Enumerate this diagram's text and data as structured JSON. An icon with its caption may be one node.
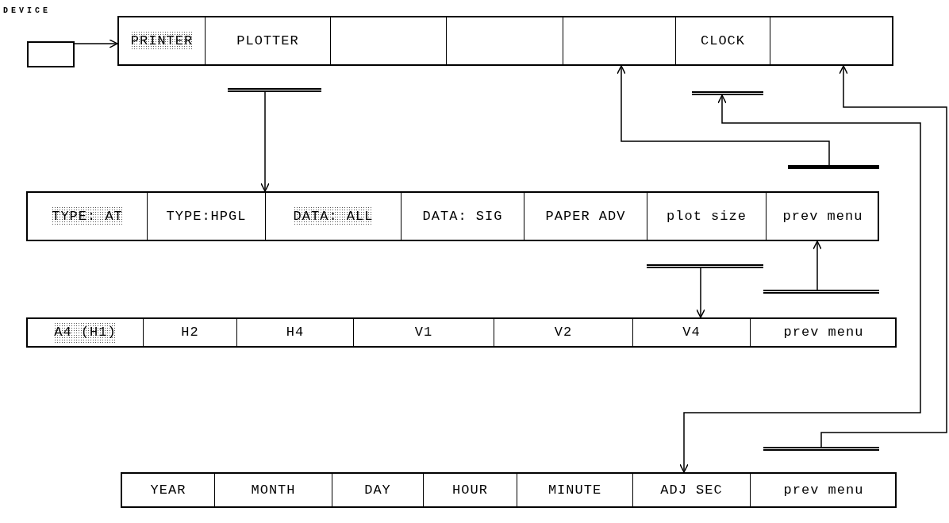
{
  "diagram": {
    "nodes": [
      {
        "text": [
          "DEVICE"
        ]
      },
      {
        "text": [],
        "shape": "box"
      },
      {
        "text": [
          "PRINTER"
        ],
        "in": 1
      },
      {
        "text": [
          "PLOTTER"
        ],
        "in": 1
      },
      {
        "text": [],
        "shape": "box",
        "in": 1
      },
      {
        "text": [],
        "shape": "box",
        "in": 1
      },
      {
        "text": [],
        "shape": "box",
        "in": 1
      },
      {
        "text": [
          "CLOCK"
        ],
        "in": 1
      },
      {
        "text": [],
        "shape": "box",
        "in": 1
      },
      {
        "text": [],
        "shape": "box"
      },
      {
        "text": [
          "TYPE: AT"
        ],
        "in": 9
      },
      {
        "text": [
          "TYPE:HPGL"
        ],
        "in": 9
      },
      {
        "text": [
          "DATA: ALL"
        ],
        "in": 9
      },
      {
        "text": [
          "DATA: SIG"
        ],
        "in": 9
      },
      {
        "text": [
          "PAPER ADV"
        ],
        "in": 9
      },
      {
        "text": [
          "plot size"
        ],
        "in": 9
      },
      {
        "text": [
          "prev menu"
        ],
        "in": 9
      },
      {
        "text": [],
        "shape": "box"
      },
      {
        "text": [
          "A4 (H1)"
        ],
        "in": 17
      },
      {
        "text": [
          "H2"
        ],
        "in": 17
      },
      {
        "text": [
          "H4"
        ],
        "in": 17
      },
      {
        "text": [
          "V1"
        ],
        "in": 17
      },
      {
        "text": [
          "V2"
        ],
        "in": 17
      },
      {
        "text": [
          "V4"
        ],
        "in": 17
      },
      {
        "text": [
          "prev menu"
        ],
        "in": 17
      },
      {
        "text": [],
        "shape": "box"
      },
      {
        "text": [
          "YEAR"
        ],
        "in": 25
      },
      {
        "text": [
          "MONTH"
        ],
        "in": 25
      },
      {
        "text": [
          "DAY"
        ],
        "in": 25
      },
      {
        "text": [
          "HOUR"
        ],
        "in": 25
      },
      {
        "text": [
          "MINUTE"
        ],
        "in": 25
      },
      {
        "text": [
          "ADJ SEC"
        ],
        "in": 25
      },
      {
        "text": [
          "prev menu"
        ],
        "in": 25
      },
      {
        "text": [],
        "shape": "bar"
      },
      {
        "text": [],
        "shape": "bar"
      },
      {
        "text": [],
        "shape": "bar"
      },
      {
        "text": [],
        "shape": "bar"
      },
      {
        "text": [],
        "shape": "bar"
      },
      {
        "text": [],
        "shape": "bar"
      }
    ],
    "edges": [
      {
        "from": 0,
        "to": 1,
        "arrow": "to"
      },
      {
        "from": 33,
        "to": 9,
        "arrow": "to"
      },
      {
        "from": 35,
        "to": 6,
        "arrow": "to"
      },
      {
        "from": 34,
        "to": 25,
        "arrow": "both"
      },
      {
        "from": 38,
        "to": 8,
        "arrow": "to"
      },
      {
        "from": 36,
        "to": 17,
        "arrow": "to"
      },
      {
        "from": 37,
        "to": 16,
        "arrow": "to"
      }
    ]
  }
}
